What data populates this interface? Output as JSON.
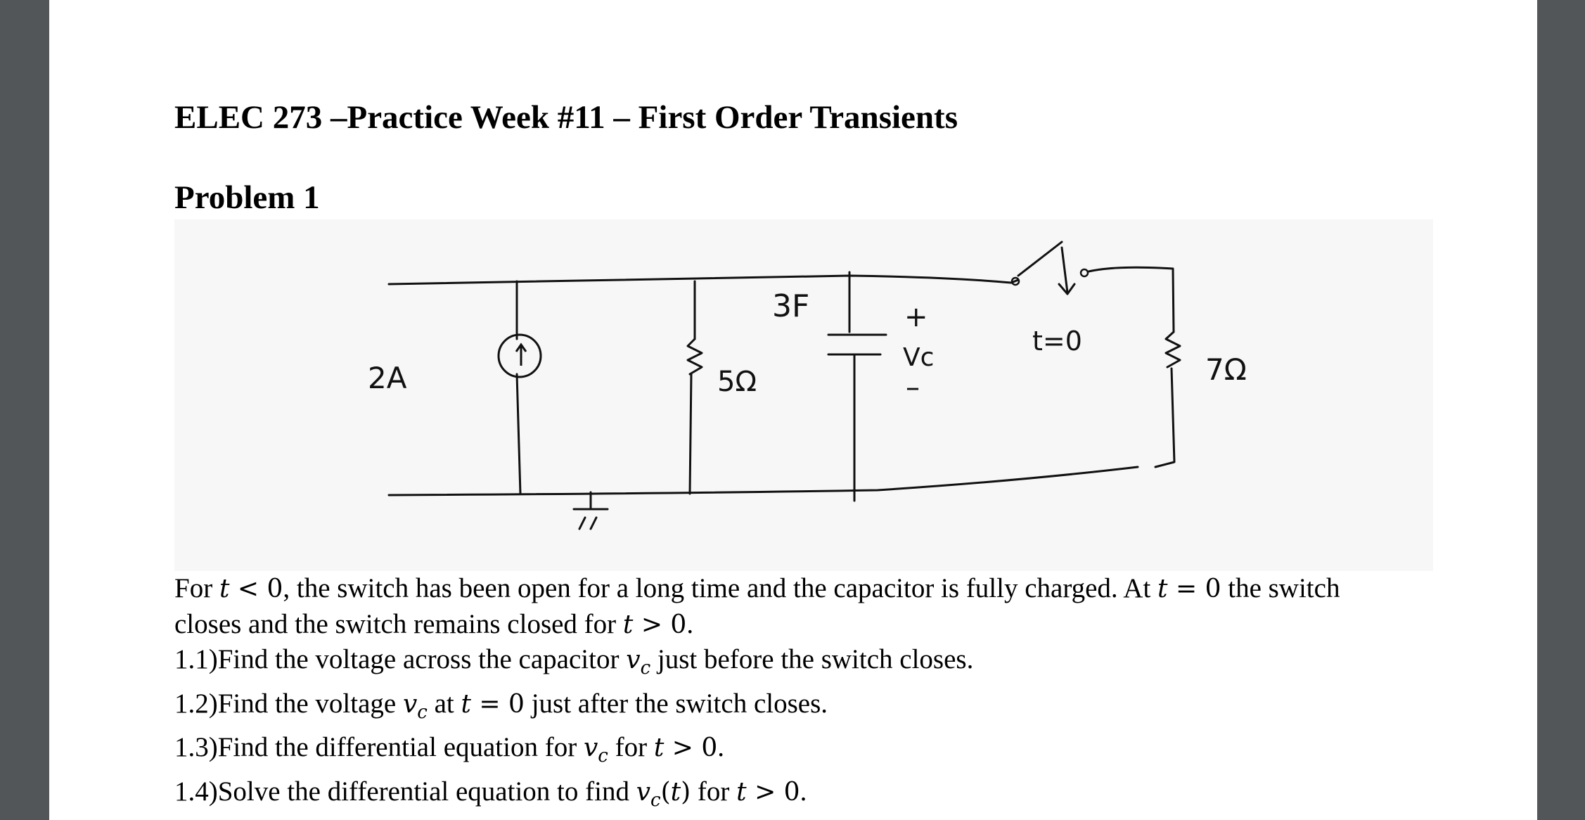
{
  "document": {
    "title": "ELEC 273 –Practice Week #11 – First Order Transients",
    "problem_heading": "Problem 1"
  },
  "circuit": {
    "source_label": "2A",
    "r1_label": "5Ω",
    "cap_label": "3F",
    "vc_plus": "+",
    "vc_label": "Vc",
    "vc_minus": "–",
    "switch_label": "t=0",
    "r2_label": "7Ω"
  },
  "text": {
    "p1": {
      "a": "For ",
      "m1": "t",
      "r1": " < 0",
      "b": ", the switch has been open for a long time and the capacitor is fully charged.  At ",
      "m2": "t",
      "r2": " = 0",
      "c": " the switch"
    },
    "p2": {
      "a": "closes and the switch remains closed for ",
      "m1": "t",
      "r1": " > 0",
      "b": "."
    },
    "q1": {
      "a": "1.1)Find the voltage across the capacitor ",
      "m1": "v",
      "s1": "c",
      "b": " just before the switch closes."
    },
    "q2": {
      "a": "1.2)Find the voltage ",
      "m1": "v",
      "s1": "c",
      "b": " at ",
      "m2": "t",
      "r2": " = 0",
      "c": "  just after the switch closes."
    },
    "q3": {
      "a": "1.3)Find the differential equation for ",
      "m1": "v",
      "s1": "c",
      "b": " for ",
      "m2": "t",
      "r2": " > 0",
      "c": "."
    },
    "q4": {
      "a": "1.4)Solve the differential equation to find ",
      "m1": "v",
      "s1": "c",
      "r1": "(",
      "m2": "t",
      "r2": ")",
      "b": " for ",
      "m3": "t",
      "r3": " > 0",
      "c": "."
    }
  },
  "colors": {
    "viewer_bg": "#525659",
    "page_bg": "#ffffff",
    "ink": "#111111"
  }
}
